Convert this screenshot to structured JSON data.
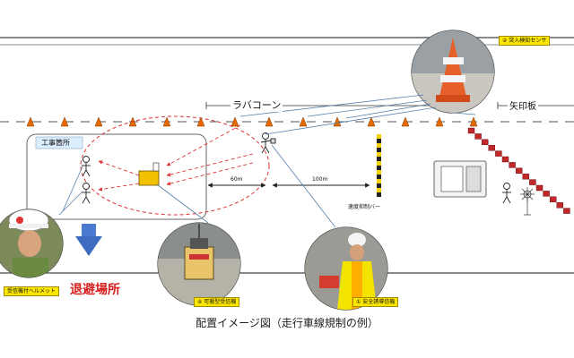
{
  "labels": {
    "cones": "ラバコーン",
    "arrow_board": "矢印板",
    "work_area": "工事箇所",
    "shelter": "退避場所",
    "speed_bar": "速度抑制バー",
    "dist_60": "60m",
    "dist_100": "100m"
  },
  "callouts": {
    "sensor": "② 突入検知センサ",
    "portable_receiver": "④ 可搬型受信機",
    "safety_transmitter": "① 安全誘導信機",
    "helmet_receiver": "受信機付ヘルメット"
  },
  "caption": "配置イメージ図（走行車線規制の例）",
  "colors": {
    "cone": "#e66a00",
    "signal_lines": "#e03030",
    "leader_lines": "#5580aa",
    "tag_bg": "#ffe800",
    "shelter_text": "#d81e1e",
    "work_label_bg": "#dbeeff",
    "retreat_arrow": "#4a7bd0",
    "receiver_box": "#f2c200"
  }
}
